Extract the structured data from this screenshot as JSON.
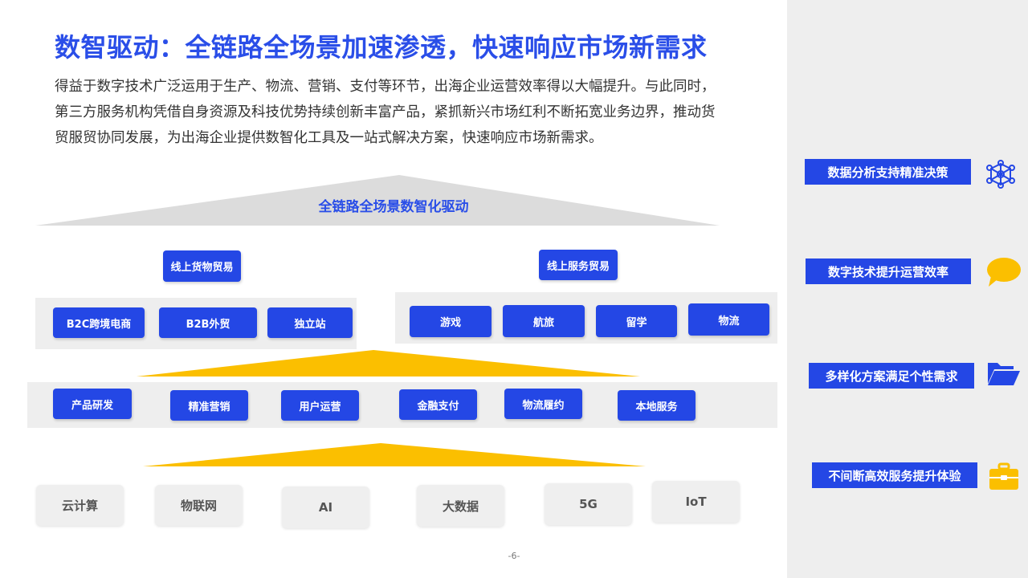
{
  "header": {
    "title": "数智驱动：全链路全场景加速渗透，快速响应市场新需求",
    "body_line1": "得益于数字技术广泛运用于生产、物流、营销、支付等环节，出海企业运营效率得以大幅提升。与此同时，",
    "body_line2": "第三方服务机构凭借自身资源及科技优势持续创新丰富产品，紧抓新兴市场红利不断拓宽业务边界，推动货",
    "body_line3": "贸服贸协同发展，为出海企业提供数智化工具及一站式解决方案，快速响应市场新需求。"
  },
  "diagram": {
    "banner": "全链路全场景数智化驱动",
    "goods_trade": {
      "label": "线上货物贸易",
      "items": [
        "B2C跨境电商",
        "B2B外贸",
        "独立站"
      ]
    },
    "service_trade": {
      "label": "线上服务贸易",
      "items": [
        "游戏",
        "航旅",
        "留学",
        "物流"
      ]
    },
    "capabilities": [
      "产品研发",
      "精准营销",
      "用户运营",
      "金融支付",
      "物流履约",
      "本地服务"
    ],
    "technologies": [
      "云计算",
      "物联网",
      "AI",
      "大数据",
      "5G",
      "IoT"
    ]
  },
  "features": [
    {
      "label": "数据分析支持精准决策",
      "icon": "network-icon"
    },
    {
      "label": "数字技术提升运营效率",
      "icon": "speech-bubble-icon"
    },
    {
      "label": "多样化方案满足个性需求",
      "icon": "folder-icon"
    },
    {
      "label": "不间断高效服务提升体验",
      "icon": "briefcase-icon"
    }
  ],
  "colors": {
    "primary_blue": "#2447e5",
    "title_blue": "#2a4ee8",
    "accent_yellow": "#fbbf00",
    "banner_gray": "#dcdcdc",
    "sidebar_gray": "#eeeeee"
  },
  "footer": {
    "page_number": "-6-"
  }
}
